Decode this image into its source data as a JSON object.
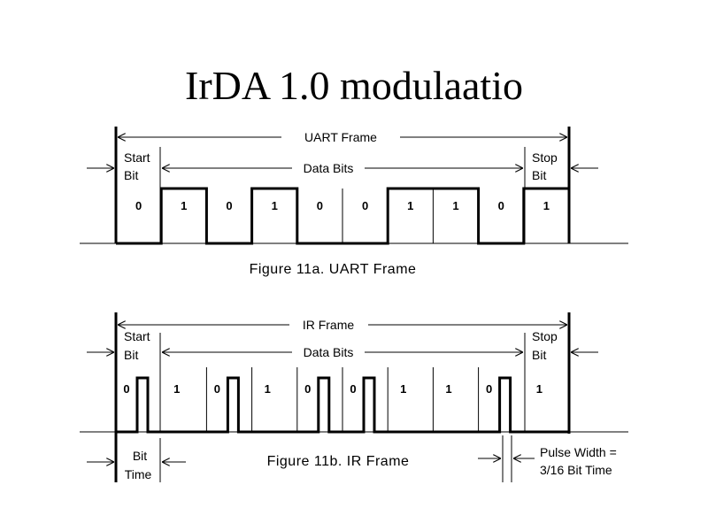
{
  "slide": {
    "title": "IrDA 1.0 modulaatio"
  },
  "uart": {
    "frame_label": "UART Frame",
    "start_label_1": "Start",
    "start_label_2": "Bit",
    "data_label": "Data Bits",
    "stop_label_1": "Stop",
    "stop_label_2": "Bit",
    "bits": [
      "0",
      "1",
      "0",
      "1",
      "0",
      "0",
      "1",
      "1",
      "0",
      "1"
    ],
    "caption": "Figure 11a. UART Frame"
  },
  "ir": {
    "frame_label": "IR Frame",
    "start_label_1": "Start",
    "start_label_2": "Bit",
    "data_label": "Data Bits",
    "stop_label_1": "Stop",
    "stop_label_2": "Bit",
    "bits": [
      "0",
      "1",
      "0",
      "1",
      "0",
      "0",
      "1",
      "1",
      "0",
      "1"
    ],
    "caption": "Figure 11b. IR Frame",
    "bit_time_1": "Bit",
    "bit_time_2": "Time",
    "pulse_width_1": "Pulse Width =",
    "pulse_width_2": "3/16 Bit Time"
  }
}
